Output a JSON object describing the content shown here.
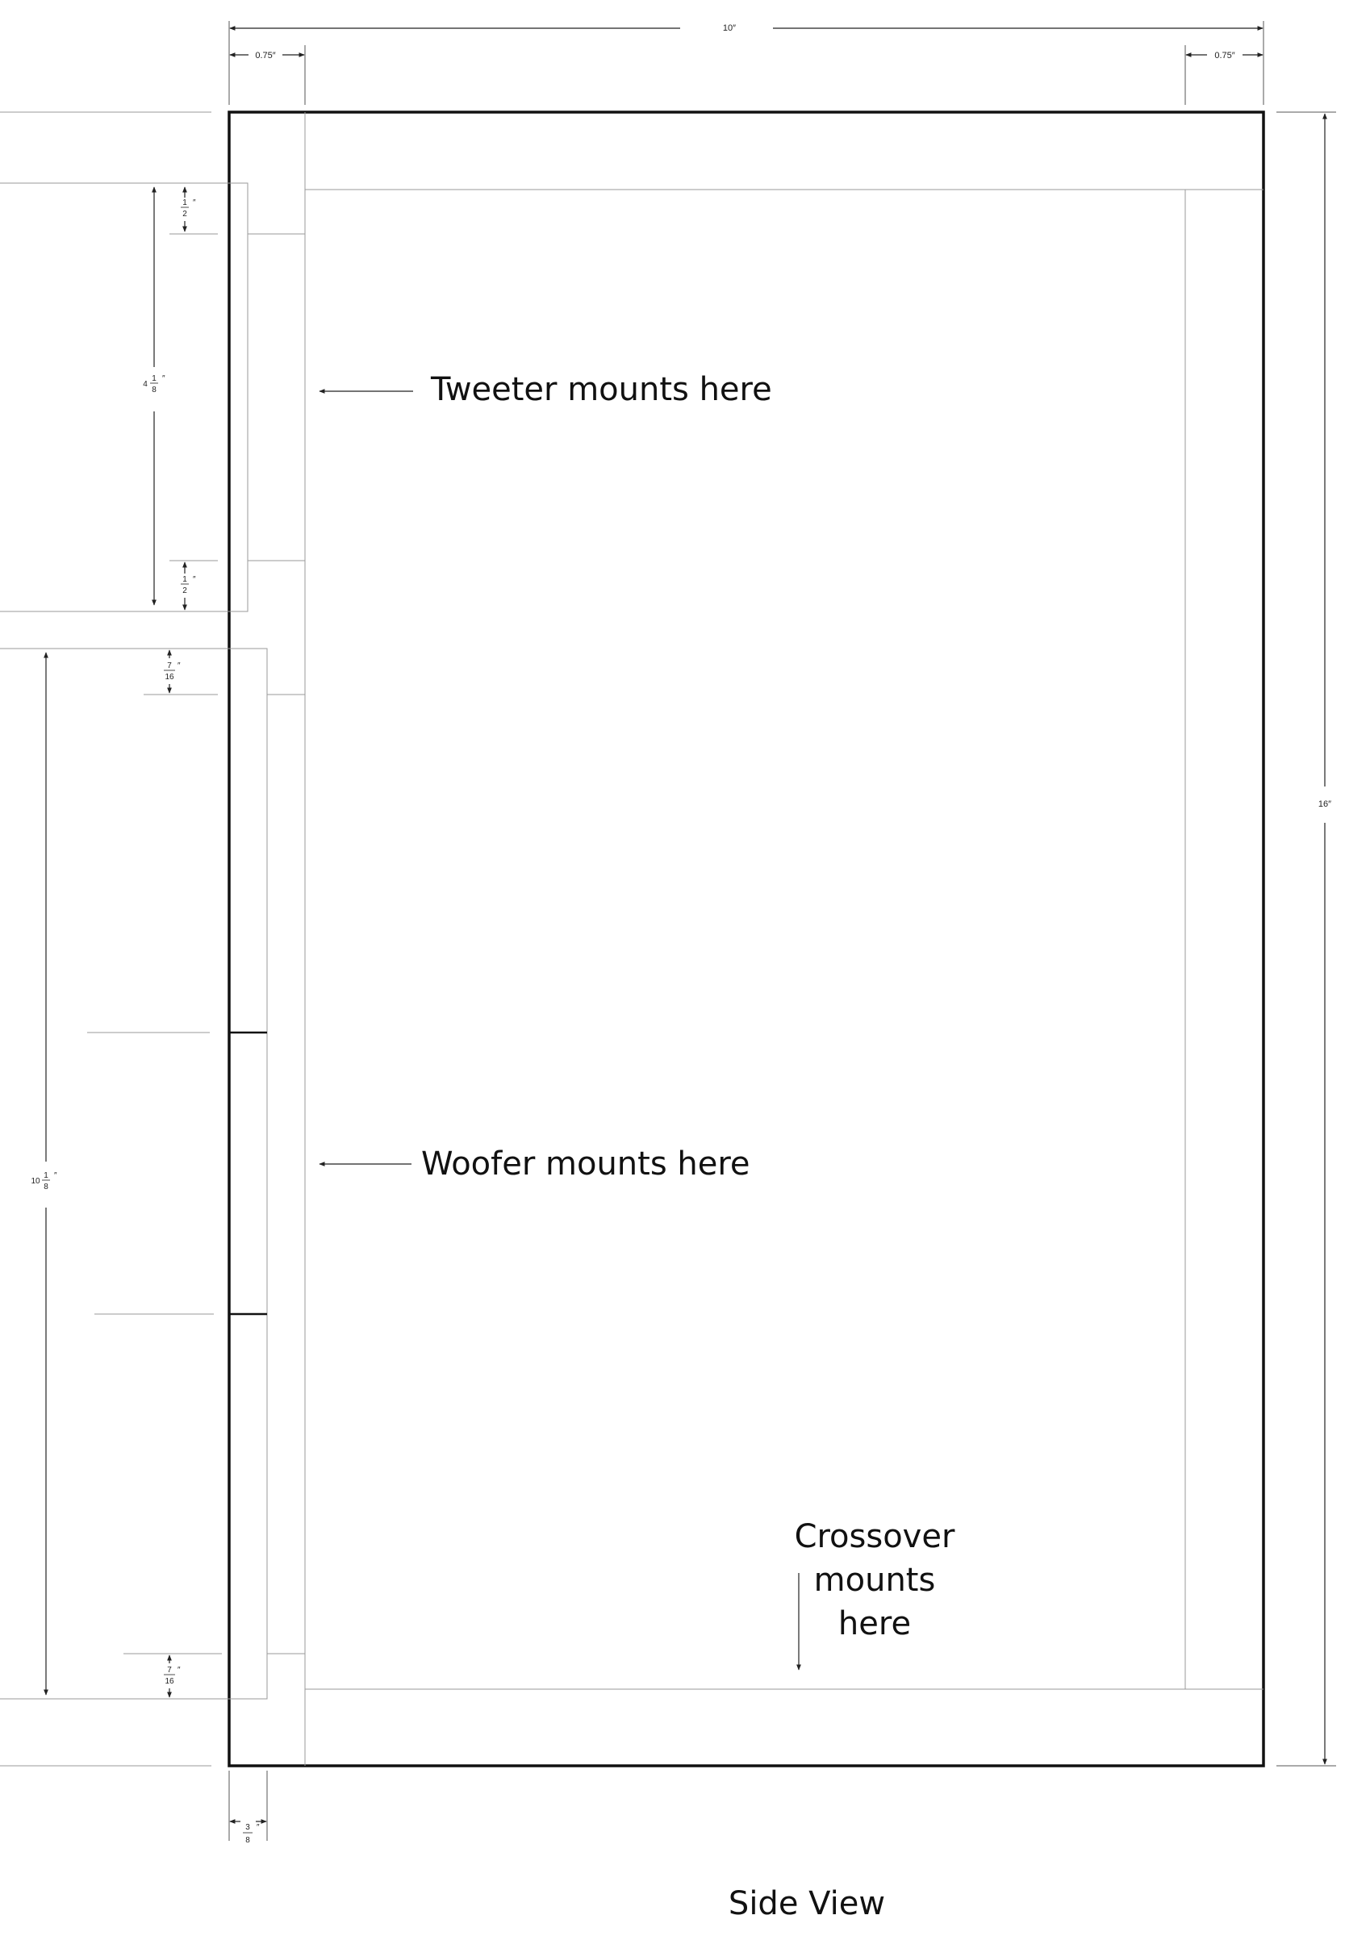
{
  "dimensions": {
    "overall_width": "10″",
    "left_panel": "0.75″",
    "right_panel": "0.75″",
    "overall_height": "16″",
    "tweeter_top_gap": {
      "whole": "",
      "num": "1",
      "den": "2"
    },
    "tweeter_height": {
      "whole": "4",
      "num": "1",
      "den": "8"
    },
    "tweeter_bottom_gap": {
      "whole": "",
      "num": "1",
      "den": "2"
    },
    "woofer_top_gap": {
      "whole": "",
      "num": "7",
      "den": "16"
    },
    "woofer_height": {
      "whole": "10",
      "num": "1",
      "den": "8"
    },
    "woofer_bottom_gap": {
      "whole": "",
      "num": "7",
      "den": "16"
    },
    "baffle_thickness": {
      "whole": "",
      "num": "3",
      "den": "8"
    }
  },
  "labels": {
    "tweeter": "Tweeter mounts here",
    "woofer": "Woofer mounts here",
    "crossover_line1": "Crossover",
    "crossover_line2": "mounts",
    "crossover_line3": "here",
    "view_title": "Side View"
  }
}
